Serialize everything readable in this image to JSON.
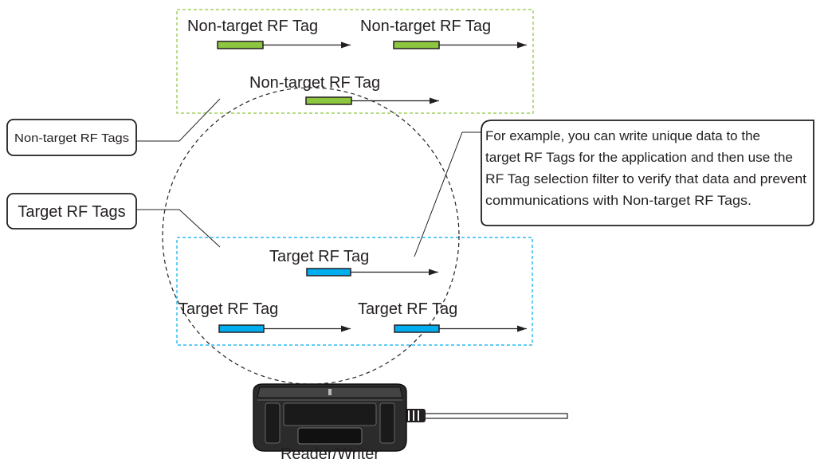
{
  "colors": {
    "non_target_tag": "#8dc63f",
    "target_tag": "#00aeef",
    "non_target_zone_border": "#8dc63f",
    "target_zone_border": "#00aeef",
    "line": "#231f20"
  },
  "non_target_zone": {
    "tags": [
      {
        "label": "Non-target RF Tag"
      },
      {
        "label": "Non-target RF Tag"
      },
      {
        "label": "Non-target RF Tag"
      }
    ]
  },
  "target_zone": {
    "tags": [
      {
        "label": "Target RF Tag"
      },
      {
        "label": "Target RF Tag"
      },
      {
        "label": "Target RF Tag"
      }
    ]
  },
  "callouts": {
    "non_target": "Non-target RF Tags",
    "target": "Target RF Tags"
  },
  "note": {
    "lines": [
      "For example, you can write unique data to the",
      "target RF Tags for the application and then use the",
      "RF Tag selection filter to verify that data and prevent",
      "communications with Non-target RF Tags."
    ]
  },
  "device": {
    "label": "Reader/Writer",
    "icon": "reader-writer-icon"
  }
}
